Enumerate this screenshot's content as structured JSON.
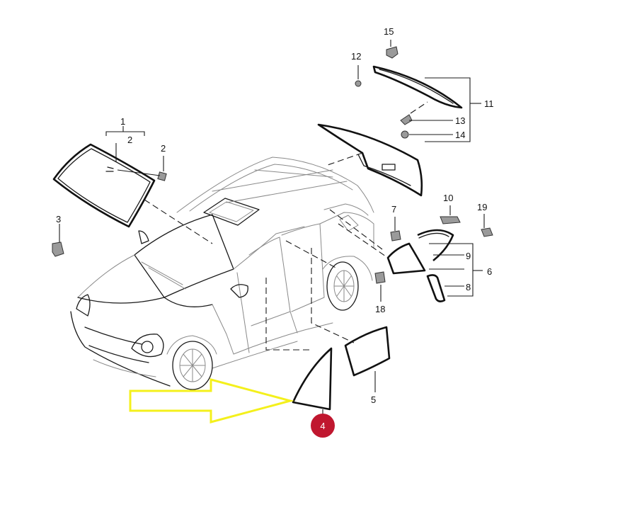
{
  "colors": {
    "arrow": "#f4f01c",
    "badge": "#c0172f"
  },
  "icons": {
    "pointer": "arrow-right-icon",
    "highlight": "part-number-badge"
  },
  "labels": {
    "p1": "1",
    "p2": "2",
    "p2b": "2",
    "p3": "3",
    "p4": "4",
    "p5": "5",
    "p6": "6",
    "p7": "7",
    "p8": "8",
    "p9": "9",
    "p10": "10",
    "p11": "11",
    "p12": "12",
    "p13": "13",
    "p14": "14",
    "p15": "15",
    "p18": "18",
    "p19": "19"
  }
}
